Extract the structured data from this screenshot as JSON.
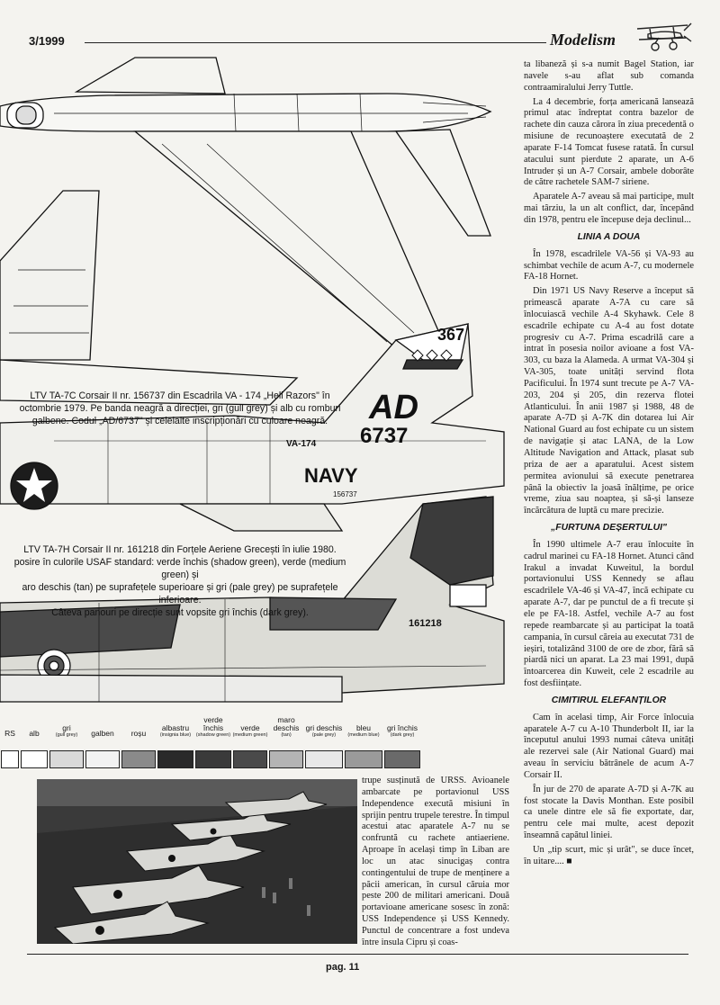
{
  "header": {
    "issue": "3/1999",
    "brand": "Modelism"
  },
  "captions": {
    "tail_367": "367",
    "tail_ad": "AD",
    "tail_6737": "6737",
    "tail_va": "VA-174",
    "navy": "NAVY",
    "serial_small": "156737",
    "serial_greek": "161218",
    "c1": [
      "LTV TA-7C Corsair II nr. 156737 din Escadrila VA - 174 „Hell Razors\" în",
      "octombrie 1979. Pe banda neagră a direcției, gri (gull grey) și alb cu romburi",
      "galbene. Codul „AD/6737\" și celelalte inscripționări cu culoare neagră."
    ],
    "c2": [
      "LTV TA-7H Corsair II nr. 161218 din Forțele Aeriene Grecești în iulie 1980.",
      "posire în culorile USAF standard: verde închis (shadow green), verde (medium green) și",
      "aro deschis (tan) pe suprafețele superioare și gri (pale grey) pe suprafețele inferioare.",
      "Câteva panouri pe direcție sunt vopsite gri închis (dark grey)."
    ]
  },
  "swatches": [
    {
      "name": "RS",
      "sub": "",
      "color": "#ffffff"
    },
    {
      "name": "alb",
      "sub": "",
      "color": "#ffffff"
    },
    {
      "name": "gri",
      "sub": "(gull grey)",
      "color": "#d9d9d9"
    },
    {
      "name": "galben",
      "sub": "",
      "color": "#f2f2f2"
    },
    {
      "name": "roșu",
      "sub": "",
      "color": "#8a8a8a"
    },
    {
      "name": "albastru",
      "sub": "(insignia blue)",
      "color": "#2a2a2a"
    },
    {
      "name": "verde închis",
      "sub": "(shadow green)",
      "color": "#3a3a3a"
    },
    {
      "name": "verde",
      "sub": "(medium green)",
      "color": "#4a4a4a"
    },
    {
      "name": "maro deschis",
      "sub": "(tan)",
      "color": "#b4b4b4"
    },
    {
      "name": "gri deschis",
      "sub": "(pale grey)",
      "color": "#e8e8e8"
    },
    {
      "name": "bleu",
      "sub": "(medium blue)",
      "color": "#9a9a9a"
    },
    {
      "name": "gri închis",
      "sub": "(dark grey)",
      "color": "#6a6a6a"
    }
  ],
  "right_column": {
    "p0": "ta libaneză și s-a numit Bagel Station, iar navele s-au aflat sub comanda contraamiralului Jerry Tuttle.",
    "p1": "La 4 decembrie, forța americană lansează primul atac îndreptat contra bazelor de rachete din cauza cărora în ziua precedentă o misiune de recunoaștere executată de 2 aparate F-14 Tomcat fusese ratată. În cursul atacului sunt pierdute 2 aparate, un A-6 Intruder și un A-7 Corsair, ambele doborâte de către rachetele SAM-7 siriene.",
    "p2": "Aparatele A-7 aveau să mai participe, mult mai târziu, la un alt conflict, dar, începând din 1978, pentru ele începuse deja declinul...",
    "h1": "LINIA A DOUA",
    "p3": "În 1978, escadrilele VA-56 și VA-93 au schimbat vechile de acum A-7, cu modernele FA-18 Hornet.",
    "p4": "Din 1971 US Navy Reserve a început să primească aparate A-7A cu care să înlocuiască vechile A-4 Skyhawk. Cele 8 escadrile echipate cu A-4 au fost dotate progresiv cu A-7. Prima escadrilă care a intrat în posesia noilor avioane a fost VA-303, cu baza la Alameda. A urmat VA-304 și VA-305, toate unități servind flota Pacificului. În 1974 sunt trecute pe A-7 VA-203, 204 și 205, din rezerva flotei Atlanticului. În anii 1987 și 1988, 48 de aparate A-7D și A-7K din dotarea lui Air National Guard au fost echipate cu un sistem de navigație și atac LANA, de la Low Altitude Navigation and Attack, plasat sub priza de aer a aparatului. Acest sistem permitea avionului să execute penetrarea până la obiectiv la joasă înălțime, pe orice vreme, ziua sau noaptea, și să-și lanseze încărcătura de luptă cu mare precizie.",
    "h2": "„FURTUNA DEȘERTULUI\"",
    "p5": "În 1990 ultimele A-7 erau înlocuite în cadrul marinei cu FA-18 Hornet. Atunci când Irakul a invadat Kuweitul, la bordul portavionului USS Kennedy se aflau escadrilele VA-46 și VA-47, încă echipate cu aparate A-7, dar pe punctul de a fi trecute și ele pe FA-18. Astfel, vechile A-7 au fost repede reambarcate și au participat la toată campania, în cursul căreia au executat 731 de ieșiri, totalizând 3100 de ore de zbor, fără să piardă nici un aparat. La 23 mai 1991, după întoarcerea din Kuweit, cele 2 escadrile au fost desființate.",
    "h3": "CIMITIRUL ELEFANȚILOR",
    "p6": "Cam în acelasi timp, Air Force înlocuia aparatele A-7 cu A-10 Thunderbolt II, iar la începutul anului 1993 numai câteva unități ale rezervei sale (Air National Guard) mai aveau în serviciu bătrânele de acum A-7 Corsair II.",
    "p7": "În jur de 270 de aparate A-7D și A-7K au fost stocate la Davis Monthan. Este posibil ca unele dintre ele să fie exportate, dar, pentru cele mai multe, acest depozit înseamnă capătul liniei.",
    "p8": "Un „tip scurt, mic și urât\", se duce încet, în uitare.... ■"
  },
  "middle_column": {
    "p0": "trupe susținută de URSS. Avioanele ambarcate pe portavionul USS Independence execută misiuni în sprijin pentru trupele terestre. În timpul acestui atac aparatele A-7 nu se confruntă cu rachete antiaeriene. Aproape în același timp în Liban are loc un atac sinucigaș contra contingentului de trupe de menținere a păcii american, în cursul căruia mor peste 200 de militari americani. Două portavioane americane sosesc în zonă: USS Independence și USS Kennedy. Punctul de concentrare a fost undeva între insula Cipru și coas-"
  },
  "footer": {
    "page": "pag. 11"
  }
}
